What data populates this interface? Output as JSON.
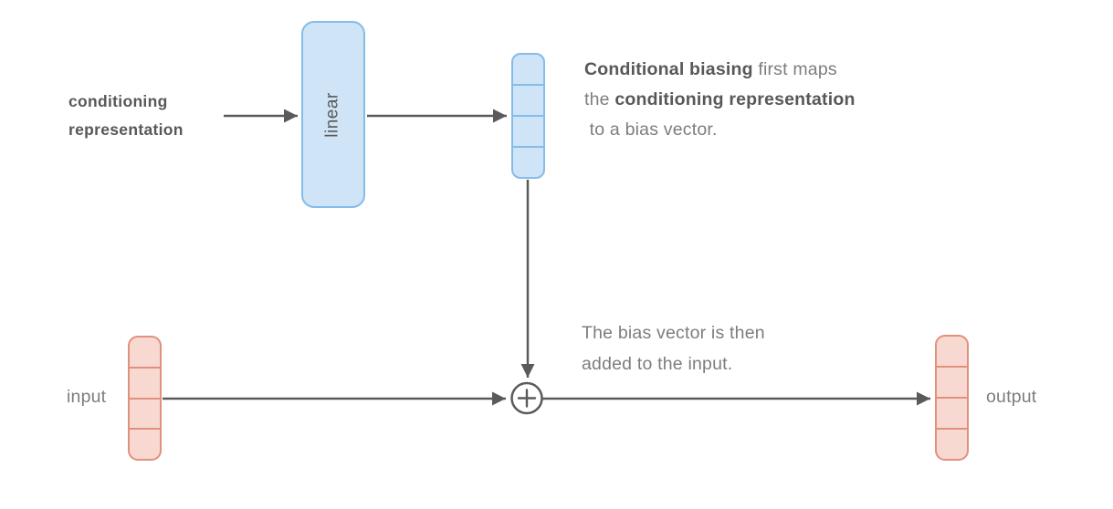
{
  "colors": {
    "background": "#ffffff",
    "blue_fill": "#cfe4f6",
    "blue_border": "#85bce9",
    "red_fill": "#f7d9d2",
    "red_border": "#e2907d",
    "line": "#595a5c",
    "text_dark": "#58585a",
    "text_light": "#7d7d7d"
  },
  "labels": {
    "conditioning": "conditioning\nrepresentation",
    "linear": "linear",
    "input": "input",
    "output": "output"
  },
  "vectors": {
    "bias": {
      "cells": 4,
      "color_role": "blue"
    },
    "input": {
      "cells": 4,
      "color_role": "red"
    },
    "output": {
      "cells": 4,
      "color_role": "red"
    }
  },
  "captions": {
    "top_segments": [
      {
        "text": "Conditional biasing",
        "bold": true
      },
      {
        "text": " first maps\nthe ",
        "bold": false
      },
      {
        "text": "conditioning representation",
        "bold": true
      },
      {
        "text": "\n to a bias vector.",
        "bold": false
      }
    ],
    "bottom": "The bias vector is then\nadded to the input."
  },
  "operator": {
    "symbol": "+",
    "meaning": "elementwise addition"
  }
}
